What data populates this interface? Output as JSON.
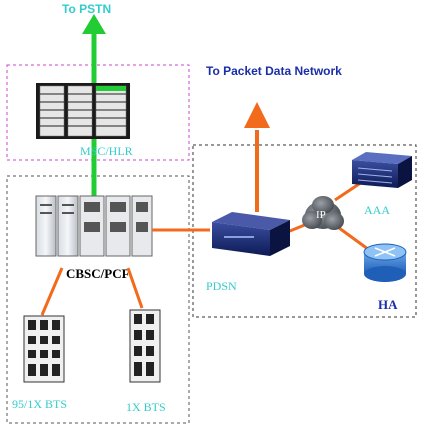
{
  "labels": {
    "to_pstn": "To PSTN",
    "to_packet_data_network": "To Packet Data Network",
    "msc_hlr": "MSC/HLR",
    "cbsc_pcf": "CBSC/PCF",
    "pdsn": "PDSN",
    "ip": "IP",
    "aaa": "AAA",
    "ha": "HA",
    "bts_95_1x": "95/1X BTS",
    "bts_1x": "1X BTS"
  },
  "colors": {
    "green_arrow": "#22cc33",
    "orange_link": "#f26a1b",
    "magenta_box": "#cc44cc",
    "dashed_box": "#333333",
    "cyan_text": "#33cccc",
    "blue_text": "#1a2ea8"
  }
}
